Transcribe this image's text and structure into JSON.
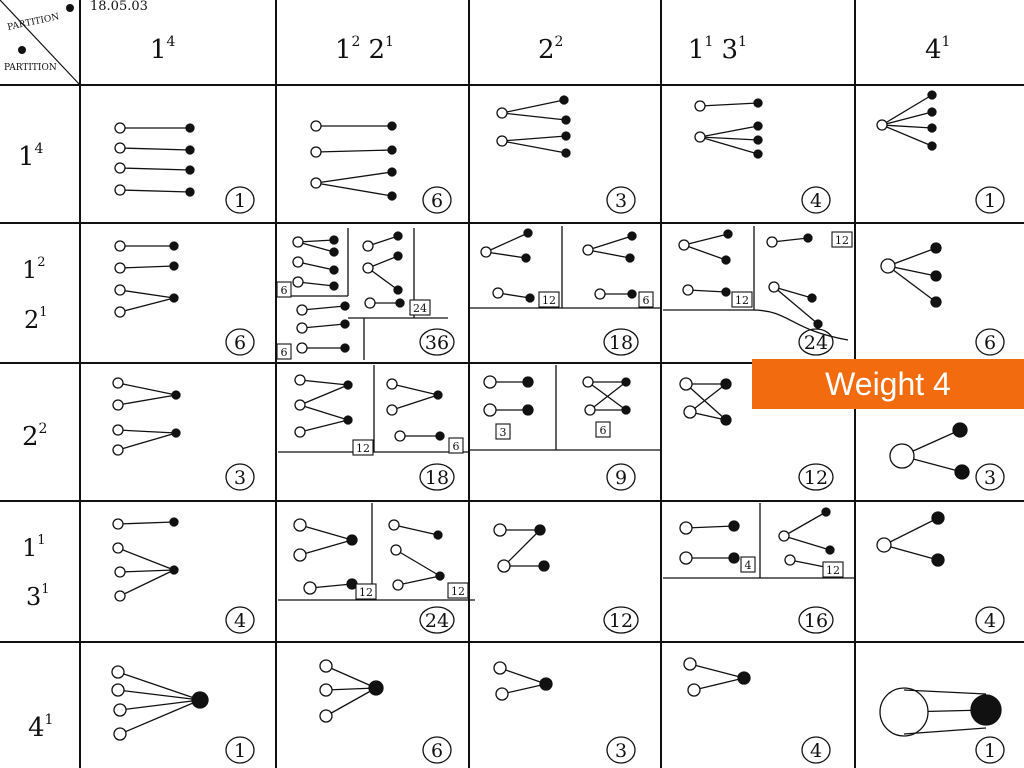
{
  "header": {
    "date": "18.05.03",
    "corner_top": "PARTITION",
    "corner_bottom": "PARTITION"
  },
  "columns": [
    {
      "label": "1",
      "exp": "4"
    },
    {
      "label": "1",
      "exp": "2",
      "label2": "2",
      "exp2": "1"
    },
    {
      "label": "2",
      "exp": "2"
    },
    {
      "label": "1",
      "exp": "1",
      "label2": "3",
      "exp2": "1"
    },
    {
      "label": "4",
      "exp": "1"
    }
  ],
  "rows": [
    {
      "label": "1",
      "exp": "4"
    },
    {
      "label": "1",
      "exp": "2",
      "label2": "2",
      "exp2": "1"
    },
    {
      "label": "2",
      "exp": "2"
    },
    {
      "label": "1",
      "exp": "1",
      "label2": "3",
      "exp2": "1"
    },
    {
      "label": "4",
      "exp": "1"
    }
  ],
  "totals": [
    [
      "1",
      "6",
      "3",
      "4",
      "1"
    ],
    [
      "6",
      "36",
      "18",
      "24",
      "6"
    ],
    [
      "3",
      "18",
      "9",
      "12",
      "3"
    ],
    [
      "4",
      "24",
      "12",
      "16",
      "4"
    ],
    [
      "1",
      "6",
      "3",
      "4",
      "1"
    ]
  ],
  "sub_counts": [
    {
      "row": 1,
      "col": 1,
      "values": [
        "6",
        "24",
        "6"
      ]
    },
    {
      "row": 1,
      "col": 2,
      "values": [
        "12",
        "6"
      ]
    },
    {
      "row": 1,
      "col": 3,
      "values": [
        "12",
        "12"
      ]
    },
    {
      "row": 2,
      "col": 1,
      "values": [
        "12",
        "6"
      ]
    },
    {
      "row": 2,
      "col": 2,
      "values": [
        "3",
        "6"
      ]
    },
    {
      "row": 3,
      "col": 1,
      "values": [
        "12",
        "12"
      ]
    },
    {
      "row": 3,
      "col": 3,
      "values": [
        "4",
        "12"
      ]
    }
  ],
  "banner": {
    "label": "Weight 4",
    "color": "#f26b0f"
  }
}
